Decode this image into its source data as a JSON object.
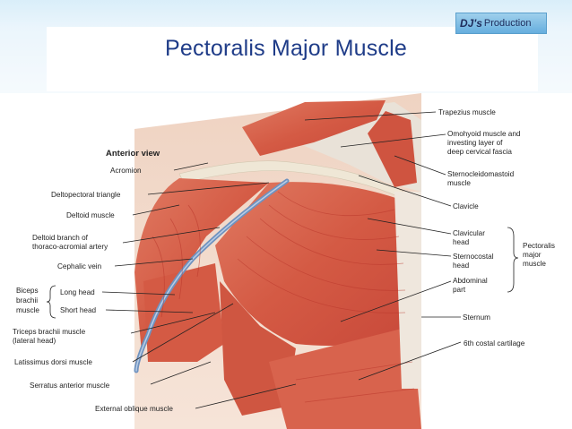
{
  "logo": {
    "brand": "DJ's",
    "suffix": "Production"
  },
  "title": "Pectoralis Major Muscle",
  "view_label": "Anterior view",
  "left_labels": {
    "acromion": "Acromion",
    "deltopectoral_triangle": "Deltopectoral triangle",
    "deltoid_muscle": "Deltoid muscle",
    "deltoid_branch_1": "Deltoid branch of",
    "deltoid_branch_2": "thoraco-acromial artery",
    "cephalic_vein": "Cephalic vein",
    "biceps_1": "Biceps",
    "biceps_2": "brachii",
    "biceps_3": "muscle",
    "long_head": "Long head",
    "short_head": "Short head",
    "triceps_1": "Triceps brachii muscle",
    "triceps_2": "(lateral head)",
    "latissimus": "Latissimus dorsi muscle",
    "serratus": "Serratus anterior muscle",
    "external_oblique": "External oblique muscle"
  },
  "right_labels": {
    "trapezius": "Trapezius muscle",
    "omohyoid_1": "Omohyoid muscle and",
    "omohyoid_2": "investing layer of",
    "omohyoid_3": "deep cervical fascia",
    "sternocleido_1": "Sternocleidomastoid",
    "sternocleido_2": "muscle",
    "clavicle": "Clavicle",
    "clavicular_1": "Clavicular",
    "clavicular_2": "head",
    "sternocostal_1": "Sternocostal",
    "sternocostal_2": "head",
    "abdominal_1": "Abdominal",
    "abdominal_2": "part",
    "pectoralis_1": "Pectoralis",
    "pectoralis_2": "major",
    "pectoralis_3": "muscle",
    "sternum": "Sternum",
    "costal_cartilage": "6th costal cartilage"
  },
  "colors": {
    "title": "#1f3c88",
    "muscle": "#d8604a",
    "muscle_dark": "#b8352a",
    "skin": "#f3d9c8",
    "fascia": "#e8e3da",
    "vein": "#7fa0c8"
  }
}
